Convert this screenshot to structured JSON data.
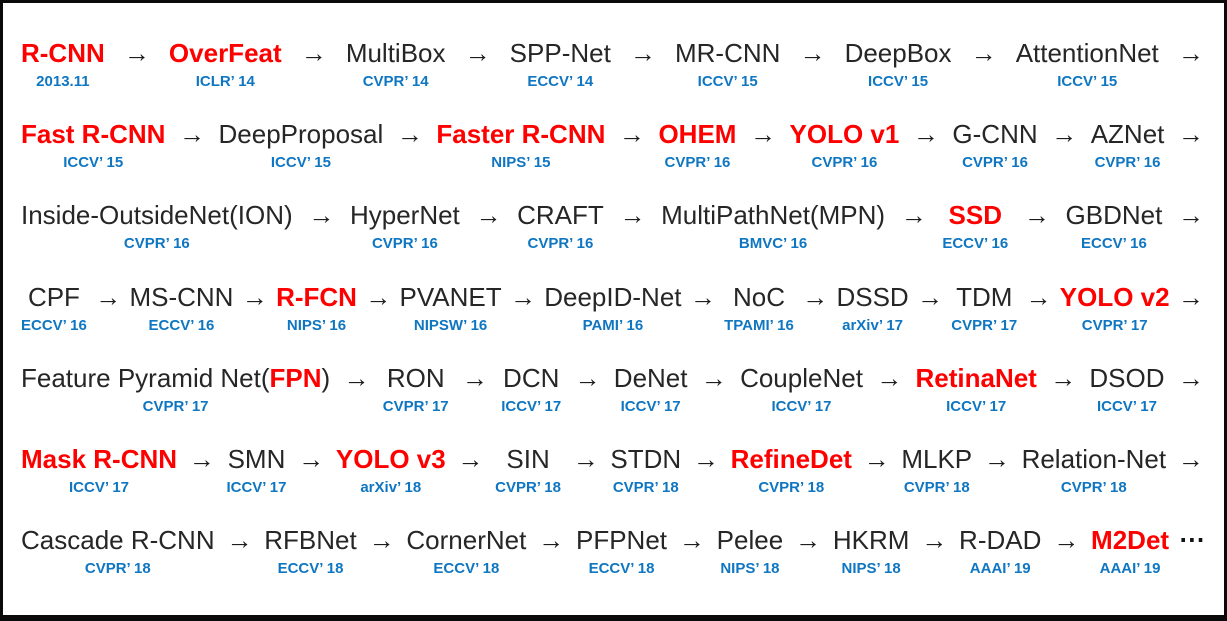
{
  "diagram_title": "object-detection-model-timeline",
  "colors": {
    "highlight_red": "#ff0000",
    "venue_blue": "#0f76c2",
    "text_black": "#262626",
    "border_black": "#0a0a0a",
    "background": "#ffffff"
  },
  "glyphs": {
    "arrow": "→",
    "ellipsis": "⋯"
  },
  "rows": [
    {
      "trailing": "arrow",
      "items": [
        {
          "label": "R-CNN",
          "venue": "2013.11",
          "highlight": true
        },
        {
          "label": "OverFeat",
          "venue": "ICLR’ 14",
          "highlight": true
        },
        {
          "label": "MultiBox",
          "venue": "CVPR’ 14",
          "highlight": false
        },
        {
          "label": "SPP-Net",
          "venue": "ECCV’ 14",
          "highlight": false
        },
        {
          "label": "MR-CNN",
          "venue": "ICCV’ 15",
          "highlight": false
        },
        {
          "label": "DeepBox",
          "venue": "ICCV’ 15",
          "highlight": false
        },
        {
          "label": "AttentionNet",
          "venue": "ICCV’ 15",
          "highlight": false
        }
      ]
    },
    {
      "trailing": "arrow",
      "items": [
        {
          "label": "Fast R-CNN",
          "venue": "ICCV’ 15",
          "highlight": true
        },
        {
          "label": "DeepProposal",
          "venue": "ICCV’ 15",
          "highlight": false
        },
        {
          "label": "Faster R-CNN",
          "venue": "NIPS’ 15",
          "highlight": true
        },
        {
          "label": "OHEM",
          "venue": "CVPR’ 16",
          "highlight": true
        },
        {
          "label": "YOLO v1",
          "venue": "CVPR’ 16",
          "highlight": true
        },
        {
          "label": "G-CNN",
          "venue": "CVPR’ 16",
          "highlight": false
        },
        {
          "label": "AZNet",
          "venue": "CVPR’ 16",
          "highlight": false
        }
      ]
    },
    {
      "trailing": "arrow",
      "items": [
        {
          "label": "Inside-OutsideNet(ION)",
          "venue": "CVPR’ 16",
          "highlight": false
        },
        {
          "label": "HyperNet",
          "venue": "CVPR’ 16",
          "highlight": false
        },
        {
          "label": "CRAFT",
          "venue": "CVPR’ 16",
          "highlight": false
        },
        {
          "label": "MultiPathNet(MPN)",
          "venue": "BMVC’ 16",
          "highlight": false
        },
        {
          "label": "SSD",
          "venue": "ECCV’ 16",
          "highlight": true
        },
        {
          "label": "GBDNet",
          "venue": "ECCV’ 16",
          "highlight": false
        }
      ]
    },
    {
      "trailing": "arrow",
      "items": [
        {
          "label": "CPF",
          "venue": "ECCV’ 16",
          "highlight": false
        },
        {
          "label": "MS-CNN",
          "venue": "ECCV’ 16",
          "highlight": false
        },
        {
          "label": "R-FCN",
          "venue": "NIPS’ 16",
          "highlight": true
        },
        {
          "label": "PVANET",
          "venue": "NIPSW’ 16",
          "highlight": false
        },
        {
          "label": "DeepID-Net",
          "venue": "PAMI’ 16",
          "highlight": false
        },
        {
          "label": "NoC",
          "venue": "TPAMI’ 16",
          "highlight": false
        },
        {
          "label": "DSSD",
          "venue": "arXiv’ 17",
          "highlight": false
        },
        {
          "label": "TDM",
          "venue": "CVPR’ 17",
          "highlight": false
        },
        {
          "label": "YOLO v2",
          "venue": "CVPR’ 17",
          "highlight": true
        }
      ]
    },
    {
      "trailing": "arrow",
      "items": [
        {
          "label": "Feature Pyramid Net(FPN)",
          "venue": "CVPR’ 17",
          "highlight": false,
          "parts": [
            {
              "text": "Feature Pyramid Net(",
              "highlight": false
            },
            {
              "text": "FPN",
              "highlight": true
            },
            {
              "text": ")",
              "highlight": false
            }
          ]
        },
        {
          "label": "RON",
          "venue": "CVPR’ 17",
          "highlight": false
        },
        {
          "label": "DCN",
          "venue": "ICCV’ 17",
          "highlight": false
        },
        {
          "label": "DeNet",
          "venue": "ICCV’ 17",
          "highlight": false
        },
        {
          "label": "CoupleNet",
          "venue": "ICCV’ 17",
          "highlight": false
        },
        {
          "label": "RetinaNet",
          "venue": "ICCV’ 17",
          "highlight": true
        },
        {
          "label": "DSOD",
          "venue": "ICCV’ 17",
          "highlight": false
        }
      ]
    },
    {
      "trailing": "arrow",
      "items": [
        {
          "label": "Mask R-CNN",
          "venue": "ICCV’ 17",
          "highlight": true
        },
        {
          "label": "SMN",
          "venue": "ICCV’ 17",
          "highlight": false
        },
        {
          "label": "YOLO v3",
          "venue": "arXiv’ 18",
          "highlight": true
        },
        {
          "label": "SIN",
          "venue": "CVPR’ 18",
          "highlight": false
        },
        {
          "label": "STDN",
          "venue": "CVPR’ 18",
          "highlight": false
        },
        {
          "label": "RefineDet",
          "venue": "CVPR’ 18",
          "highlight": true
        },
        {
          "label": "MLKP",
          "venue": "CVPR’ 18",
          "highlight": false
        },
        {
          "label": "Relation-Net",
          "venue": "CVPR’ 18",
          "highlight": false
        }
      ]
    },
    {
      "trailing": "ellipsis",
      "items": [
        {
          "label": "Cascade R-CNN",
          "venue": "CVPR’ 18",
          "highlight": false
        },
        {
          "label": "RFBNet",
          "venue": "ECCV’ 18",
          "highlight": false
        },
        {
          "label": "CornerNet",
          "venue": "ECCV’ 18",
          "highlight": false
        },
        {
          "label": "PFPNet",
          "venue": "ECCV’ 18",
          "highlight": false
        },
        {
          "label": "Pelee",
          "venue": "NIPS’ 18",
          "highlight": false
        },
        {
          "label": "HKRM",
          "venue": "NIPS’ 18",
          "highlight": false
        },
        {
          "label": "R-DAD",
          "venue": "AAAI’ 19",
          "highlight": false
        },
        {
          "label": "M2Det",
          "venue": "AAAI’ 19",
          "highlight": true
        }
      ]
    }
  ]
}
